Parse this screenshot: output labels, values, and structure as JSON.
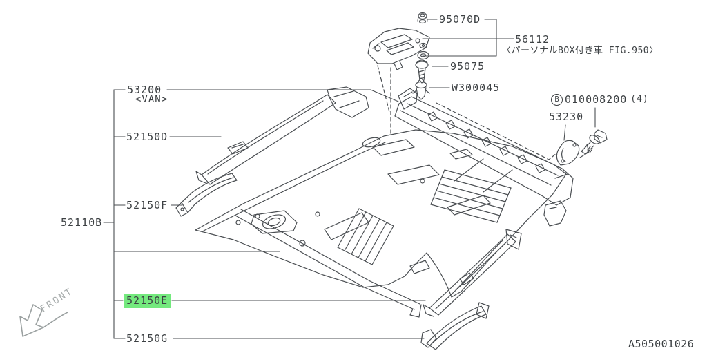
{
  "diagram": {
    "drawing_number": "A505001026",
    "front_arrow_label": "FRONT",
    "highlight_color": "#74e97e",
    "line_color": "#4a4e52",
    "text_color": "#3c4043"
  },
  "parts": {
    "grommet": {
      "label": "95070D"
    },
    "bracket_personal_box": {
      "label": "56112",
      "note": "〈パーソナルBOX付き車 FIG.950〉"
    },
    "screw": {
      "label": "95075"
    },
    "clip": {
      "label": "W300045"
    },
    "crossmember": {
      "label": "53200",
      "variant": "<VAN>"
    },
    "side_rail_d": {
      "label": "52150D"
    },
    "side_rail_f": {
      "label": "52150F"
    },
    "floor_panel": {
      "label": "52110B"
    },
    "side_rail_e": {
      "label": "52150E",
      "highlighted": true
    },
    "side_rail_g": {
      "label": "52150G"
    },
    "bracket_53230": {
      "label": "53230"
    },
    "bolt": {
      "label_prefix": "B",
      "label": "010008200",
      "quantity": "(4)"
    }
  }
}
